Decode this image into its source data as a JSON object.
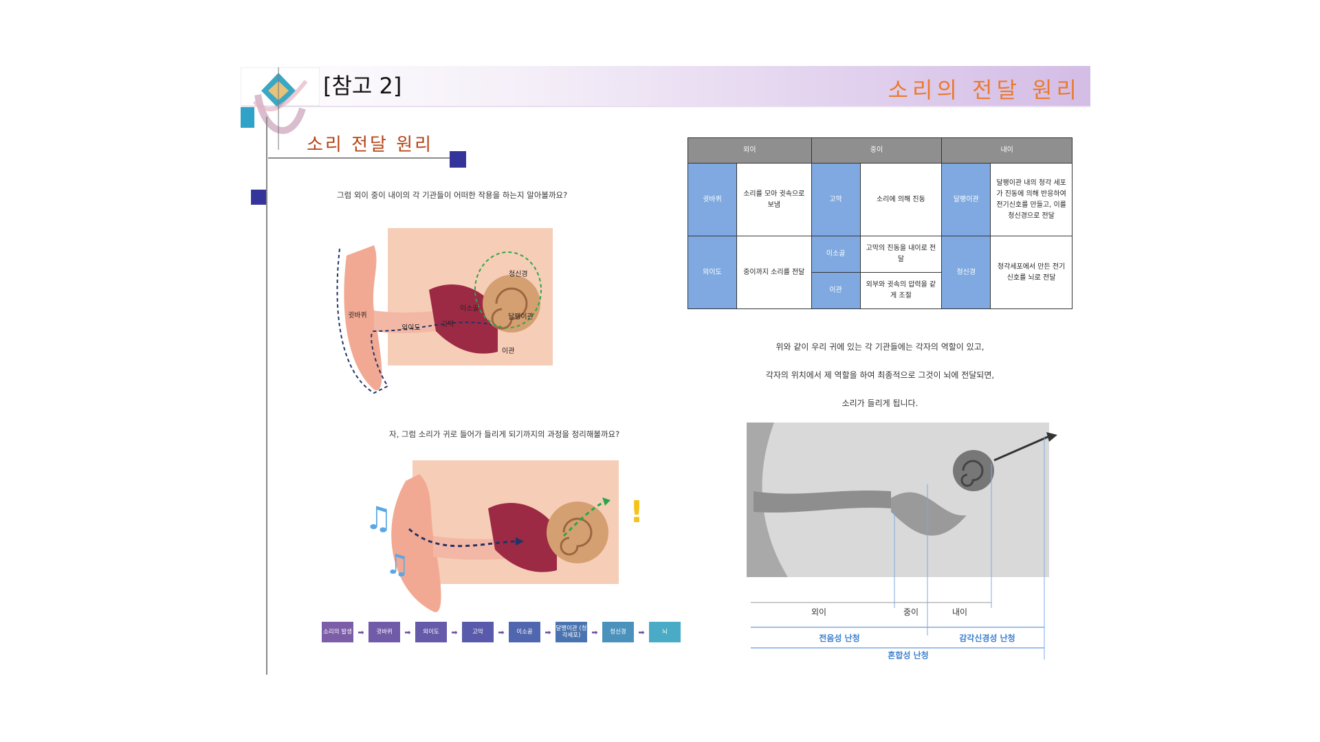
{
  "header": {
    "left_title": "[참고 2]",
    "right_title": "소리의 전달 원리"
  },
  "section": {
    "title": "소리 전달 원리"
  },
  "questions": {
    "q1": "그럼 외이 중이 내이의 각 기관들이 어떠한 작용을 하는지 알아볼까요?",
    "q2": "자, 그럼 소리가 귀로 들어가 들리게 되기까지의 과정을 정리해볼까요?"
  },
  "diagram1_labels": {
    "auricle": "귓바퀴",
    "canal": "외이도",
    "drum": "고막",
    "ossicles": "이소골",
    "cochlea": "달팽이관",
    "nerve": "청신경",
    "tube": "이관"
  },
  "flow": [
    {
      "label": "소리의 발생",
      "color": "#7b5ea7"
    },
    {
      "label": "귓바퀴",
      "color": "#6f5ba8"
    },
    {
      "label": "외이도",
      "color": "#655aa9"
    },
    {
      "label": "고막",
      "color": "#5a5aac"
    },
    {
      "label": "이소골",
      "color": "#5066ae"
    },
    {
      "label": "달팽이관 (청각세포)",
      "color": "#4a74b0"
    },
    {
      "label": "청신경",
      "color": "#4a92bb"
    },
    {
      "label": "뇌",
      "color": "#4aabc6"
    }
  ],
  "table": {
    "headers": [
      "외이",
      "중이",
      "내이"
    ],
    "rows": {
      "r1": {
        "outer_label": "귓바퀴",
        "outer_desc": "소리를 모아 귓속으로 보냄",
        "middle_label": "고막",
        "middle_desc": "소리에 의해 진동",
        "inner_label": "달팽이관",
        "inner_desc": "달팽이관 내의 청각 세포가 진동에 의해 반응하여 전기신호를 만들고, 이를 청신경으로 전달"
      },
      "r2": {
        "outer_label": "외이도",
        "outer_desc": "중이까지 소리를 전달",
        "middle_label_a": "이소골",
        "middle_desc_a": "고막의 진동을 내이로 전달",
        "middle_label_b": "이관",
        "middle_desc_b": "외부와 귓속의 압력을 같게 조절",
        "inner_label": "청신경",
        "inner_desc": "청각세포에서 만든 전기 신호를 뇌로 전달"
      }
    }
  },
  "paragraph": [
    "위와 같이 우리 귀에 있는 각 기관들에는 각자의 역할이 있고,",
    "각자의 위치에서 제 역할을 하여 최종적으로 그것이 뇌에 전달되면,",
    "소리가 들리게 됩니다."
  ],
  "diagram3_labels": {
    "outer": "외이",
    "middle": "중이",
    "inner": "내이",
    "conductive": "전음성 난청",
    "sensorineural": "감각신경성 난청",
    "mixed": "혼합성 난청"
  },
  "colors": {
    "accent_orange": "#ea7a2e",
    "section_title": "#b64215",
    "navy_square": "#34349a",
    "table_label_blue": "#7fa9e0"
  }
}
